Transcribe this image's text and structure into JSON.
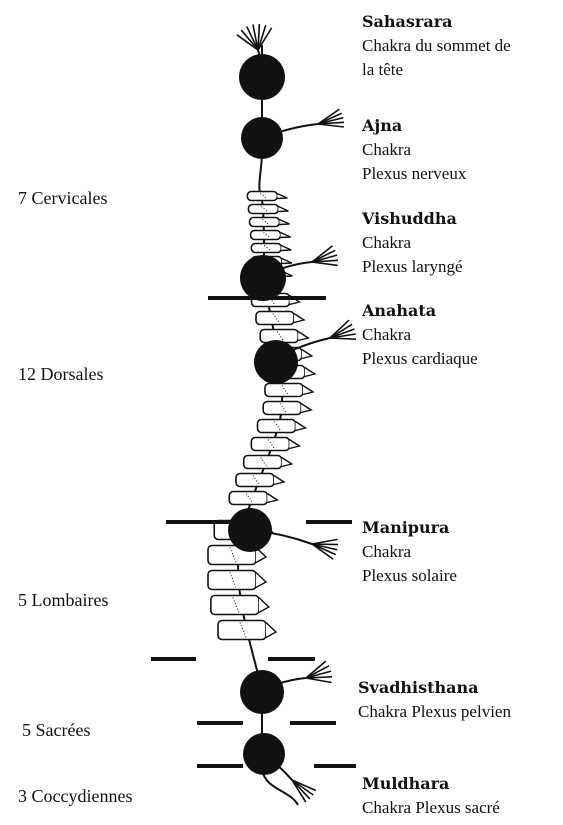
{
  "regions": [
    {
      "label": "7 Cervicales"
    },
    {
      "label": "12 Dorsales"
    },
    {
      "label": "5 Lombaires"
    },
    {
      "label": "5 Sacrées"
    },
    {
      "label": "3 Coccydiennes"
    }
  ],
  "chakras": [
    {
      "name": "Sahasrara",
      "lines": [
        "Chakra du sommet de",
        "la tête"
      ]
    },
    {
      "name": "Ajna",
      "lines": [
        "Chakra",
        "Plexus nerveux"
      ]
    },
    {
      "name": "Vishuddha",
      "lines": [
        "Chakra",
        "Plexus laryngé"
      ]
    },
    {
      "name": "Anahata",
      "lines": [
        "Chakra",
        "Plexus cardiaque"
      ]
    },
    {
      "name": "Manipura",
      "lines": [
        "Chakra",
        "Plexus solaire"
      ]
    },
    {
      "name": "Svadhisthana",
      "lines": [
        "Chakra Plexus pelvien"
      ]
    },
    {
      "name": "Muldhara",
      "lines": [
        "Chakra Plexus sacré"
      ]
    }
  ],
  "colors": {
    "ink": "#111111",
    "background": "#ffffff"
  }
}
